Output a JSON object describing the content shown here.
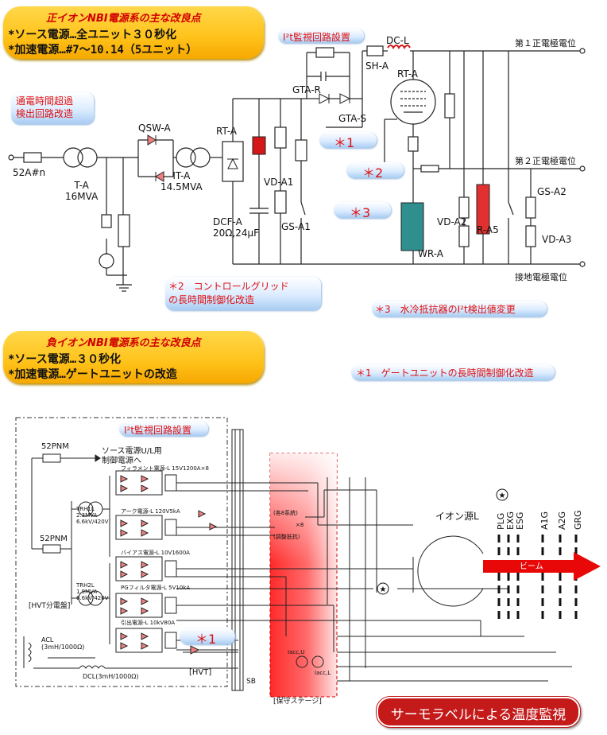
{
  "positive_box": {
    "title": "正イオンNBI電源系の主な改良点",
    "line1": "*ソース電源…全ユニット３０秒化",
    "line2": "*加速電源…#7～10.14（5ユニット）"
  },
  "negative_box": {
    "title": "負イオンNBI電源系の主な改良点",
    "line1": "*ソース電源…３０秒化",
    "line2": "*加速電源…ゲートユニットの改造"
  },
  "notes": {
    "overtime": "通電時間超過\n検出回路改造",
    "i2t_top": "I²t監視回路設置",
    "i2t_bottom": "I²t監視回路設置",
    "mark1": "＊1",
    "mark2": "＊2",
    "mark3": "＊3",
    "note2": "＊2　コントロールグリッド\nの長時間制御化改造",
    "note3": "＊3　水冷抵抗器のI²t検出値変更",
    "note1": "＊1　ゲートユニットの長時間制御化改造",
    "mark1_bottom": "＊1",
    "thermo": "サーモラベルによる温度監視"
  },
  "top_labels": {
    "breaker": "52A#n",
    "ta": "T-A\n16MVA",
    "qsw": "QSW-A",
    "ita": "IT-A\n14.5MVA",
    "rta_left": "RT-A",
    "dcf": "DCF-A\n20Ω,24μF",
    "vda1": "VD-A1",
    "gsa1": "GS-A1",
    "gtar": "GTA-R",
    "gtas": "GTA-S",
    "sha": "SH-A",
    "dcl": "DC-L",
    "rta_tube": "RT-A",
    "wra": "WR-A",
    "vda2": "VD-A2",
    "ra5": "R-A5",
    "gsa2": "GS-A2",
    "vda3": "VD-A3",
    "pos1": "第１正電極電位",
    "pos2": "第２正電極電位",
    "ground": "接地電極電位"
  },
  "bottom_labels": {
    "b52pnm_top": "52PNM",
    "source_ul": "ソース電源U/L用\n制御電源へ",
    "filament": "フィラメント電源-L 15V1200A×8",
    "arc": "アーク電源-L 120V5kA",
    "trh1l": "TRH1L\n2.3MVA\n6.6kV/420V",
    "b52pnm": "52PNM",
    "divider": "(各8系統)",
    "x8": "×8",
    "adjust": "(調整抵抗)",
    "bias": "バイアス電源-L 10V1600A",
    "trh2l": "TRH2L\n1.9MVA\n6.6kV/420V",
    "pg": "PGフィルタ電源-L 5V10kA",
    "hvt_div": "[HVT分電盤]",
    "extract": "引出電源-L 10kV80A",
    "acl": "ACL\n(3mH/1000Ω)",
    "dcl": "DCL(3mH/1000Ω)",
    "hvt": "[HVT]",
    "sb": "SB",
    "stage": "[保守ステージ]",
    "ion_source": "イオン源L",
    "beam": "ビーム",
    "grids": [
      "PLG",
      "EXG",
      "ESG",
      "A1G",
      "A2G",
      "GRG"
    ],
    "iacc1": "Iacc,U",
    "iacc2": "Iacc,L"
  }
}
